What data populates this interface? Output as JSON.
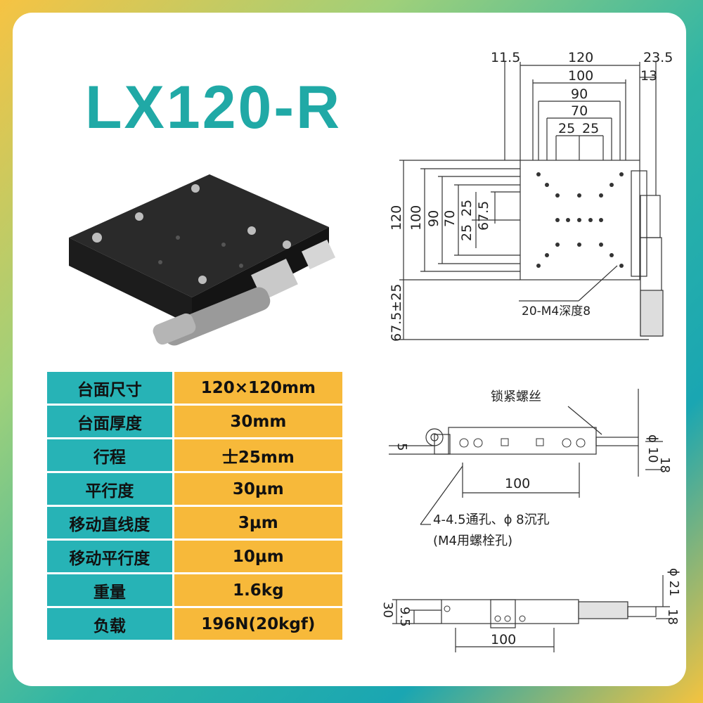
{
  "model": "LX120-R",
  "specs": [
    {
      "label": "台面尺寸",
      "value": "120×120mm"
    },
    {
      "label": "台面厚度",
      "value": "30mm"
    },
    {
      "label": "行程",
      "value": "士25mm"
    },
    {
      "label": "平行度",
      "value": "30μm"
    },
    {
      "label": "移动直线度",
      "value": "3μm"
    },
    {
      "label": "移动平行度",
      "value": "10μm"
    },
    {
      "label": "重量",
      "value": "1.6kg"
    },
    {
      "label": "负载",
      "value": "196N(20kgf)"
    }
  ],
  "top_view": {
    "dims_top": {
      "left": "11.5",
      "overall": "120",
      "right": "23.5",
      "d100": "100",
      "d13": "13",
      "d90": "90",
      "d70": "70",
      "d25a": "25",
      "d25b": "25"
    },
    "dims_left": {
      "d120": "120",
      "d100": "100",
      "d90": "90",
      "d70": "70",
      "d25a": "25",
      "d25b": "25",
      "d675": "67.5",
      "travel": "67.5±25"
    },
    "callout": "20-M4深度8"
  },
  "side_view": {
    "lock_screw": "锁紧螺丝",
    "phi10": "ϕ 10",
    "h5": "5",
    "h18": "18",
    "d100": "100",
    "hole_note": "4-4.5通孔、ϕ 8沉孔",
    "bolt_note": "(M4用螺栓孔)"
  },
  "front_view": {
    "h30": "30",
    "h95": "9.5",
    "phi21": "ϕ 21",
    "h18": "18",
    "d100": "100"
  },
  "colors": {
    "accent": "#20a9a6",
    "label_bg": "#27b3b6",
    "value_bg": "#f7b93a"
  }
}
